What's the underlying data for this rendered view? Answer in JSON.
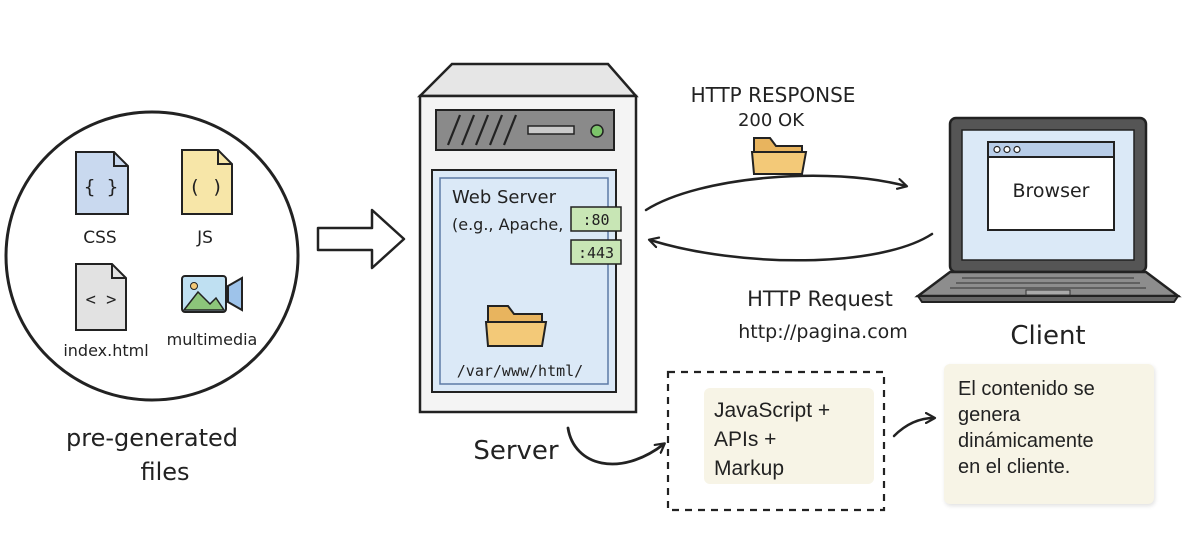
{
  "colors": {
    "ink": "#222222",
    "screen_blue": "#dbe9f7",
    "css_file": "#c9d9ef",
    "js_file": "#f7e6a8",
    "html_file": "#e2e2e2",
    "folder": "#f3c978",
    "port_badge": "#c8e6b5",
    "note_bg": "#f7f4e6",
    "server_body": "#f4f4f4",
    "server_led": "#7cc46a"
  },
  "files_circle": {
    "items": [
      {
        "label": "CSS",
        "icon": "css-file-icon",
        "glyph": "{ }"
      },
      {
        "label": "JS",
        "icon": "js-file-icon",
        "glyph": "( )"
      },
      {
        "label": "index.html",
        "icon": "html-file-icon",
        "glyph": "< >"
      },
      {
        "label": "multimedia",
        "icon": "multimedia-icon"
      }
    ],
    "caption_line1": "pre-generated",
    "caption_line2": "files"
  },
  "server": {
    "title_line1": "Web Server",
    "title_line2": "(e.g., Apache,",
    "ports": [
      ":80",
      ":443"
    ],
    "path": "/var/www/html/",
    "label": "Server"
  },
  "response": {
    "line1": "HTTP RESPONSE",
    "line2": "200 OK"
  },
  "request": {
    "line1": "HTTP Request",
    "line2": "http://pagina.com"
  },
  "client": {
    "browser_label": "Browser",
    "label": "Client"
  },
  "jamstack_box": {
    "lines": [
      "JavaScript +",
      "APIs +",
      "Markup"
    ]
  },
  "client_note": {
    "lines": [
      "El contenido se",
      "genera",
      "dinámicamente",
      "en el cliente."
    ]
  }
}
